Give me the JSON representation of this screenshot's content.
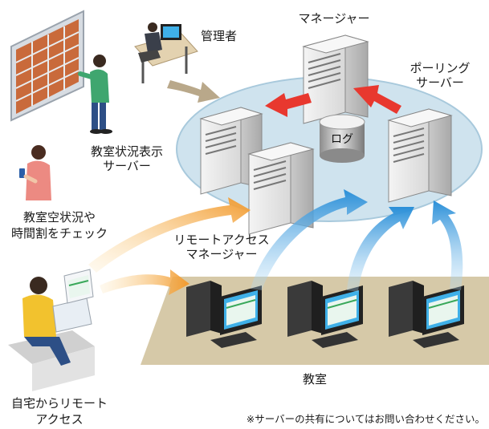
{
  "labels": {
    "admin": "管理者",
    "manager_title": "マネージャー",
    "polling_line1": "ポーリング",
    "polling_line2": "サーバー",
    "log": "ログ",
    "display_line1": "教室状況表示",
    "display_line2": "サーバー",
    "check_line1": "教室空状況や",
    "check_line2": "時間割をチェック",
    "remote_line1": "リモートアクセス",
    "remote_line2": "マネージャー",
    "classroom": "教室",
    "home_line1": "自宅からリモート",
    "home_line2": "アクセス"
  },
  "note": "※サーバーの共有についてはお問い合わせください。",
  "colors": {
    "platform": "#cfe3ee",
    "platform_rim": "#9fc3d8",
    "floor": "#d6c9a8",
    "red_arrow": "#e8382f",
    "blue_arrow": "#2a8fd8",
    "orange_arrow": "#f29a2e",
    "server_body": "#e9e9e9",
    "monitor_screen": "#3fb0e8"
  }
}
